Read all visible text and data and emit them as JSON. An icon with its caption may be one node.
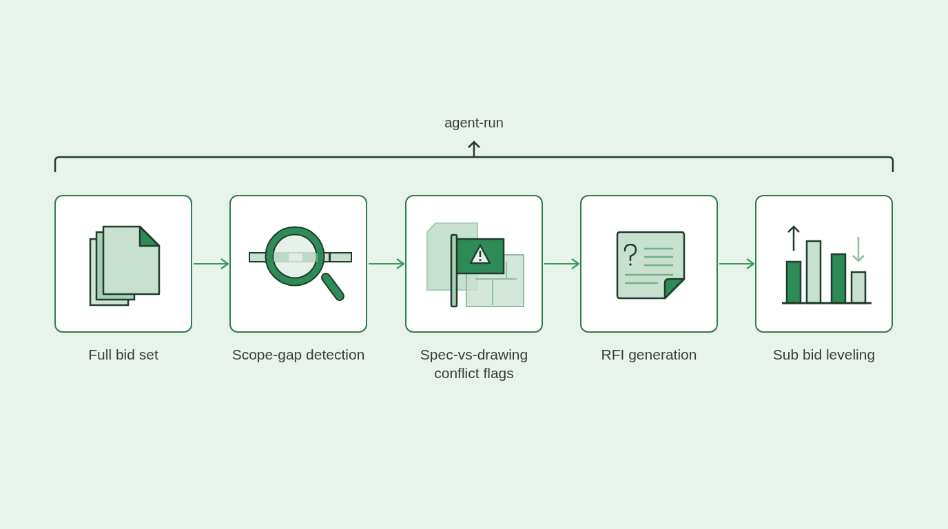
{
  "diagram": {
    "nodes": [
      {
        "text": [
          "Full bid set"
        ]
      },
      {
        "text": [
          "Scope-gap detection"
        ]
      },
      {
        "text": [
          "Spec-vs-drawing conflict flags"
        ]
      },
      {
        "text": [
          "RFI generation"
        ]
      },
      {
        "text": [
          "Sub bid leveling"
        ]
      }
    ],
    "edges": [
      {
        "from": 0,
        "to": 1,
        "arrow": "to"
      },
      {
        "from": 1,
        "to": 2,
        "arrow": "to"
      },
      {
        "from": 2,
        "to": 3,
        "arrow": "to"
      },
      {
        "from": 3,
        "to": 4,
        "arrow": "to"
      }
    ],
    "labels": [
      "agent-run"
    ]
  }
}
